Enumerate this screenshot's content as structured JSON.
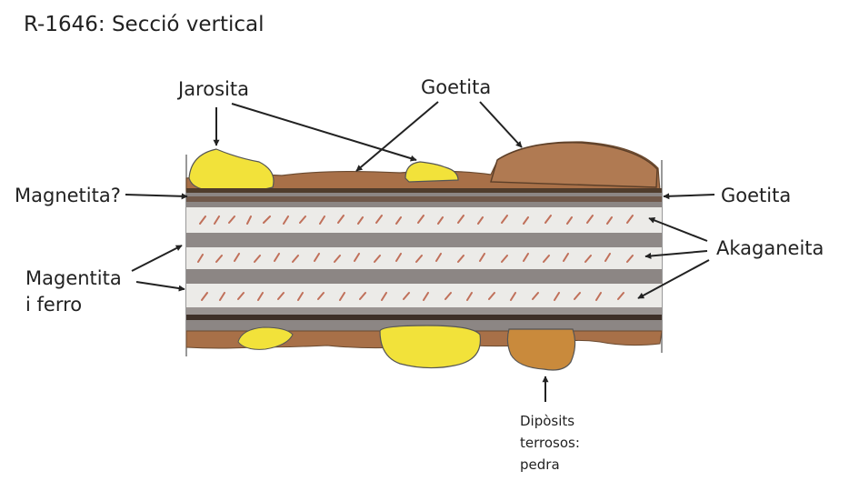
{
  "title": "R-1646: Secció vertical",
  "labels": {
    "jarosita": "Jarosita",
    "goetita_top": "Goetita",
    "goetita_right": "Goetita",
    "magnetita_q": "Magnetita?",
    "akaganeita": "Akaganeita",
    "magentita_line1": "Magentita",
    "magentita_line2": "i ferro",
    "diposits_line1": "Dipòsits",
    "diposits_line2": "terrosos:",
    "diposits_line3": "pedra"
  },
  "colors": {
    "jarosite": "#f2e23a",
    "goethite": "#a87048",
    "deposit": "#c98a3c",
    "dark_band": "#5a4a3c",
    "grey_band": "#8c8684",
    "light_band": "#ecebe8",
    "akaganeite_mark": "#c0705a",
    "arrow": "#222222"
  }
}
